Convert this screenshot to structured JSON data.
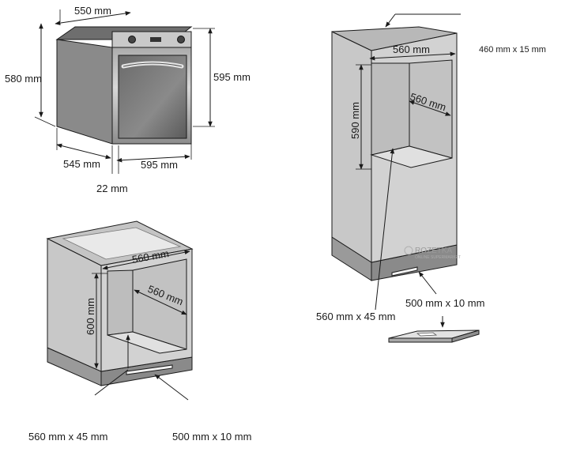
{
  "oven": {
    "width_label": "550 mm",
    "height_label": "580 mm",
    "front_height_label": "595 mm",
    "depth_label": "545 mm",
    "front_width_label": "595 mm",
    "door_label": "22 mm"
  },
  "column": {
    "top_vent_label": "460 mm x 15 mm",
    "niche_width_label": "560 mm",
    "niche_depth_label": "560 mm",
    "niche_height_label": "590 mm",
    "shelf_vent_label": "560 mm x 45 mm",
    "base_vent_label": "500 mm x 10 mm"
  },
  "undercounter": {
    "niche_width_label": "560 mm",
    "niche_depth_label": "560 mm",
    "niche_height_label": "600 mm",
    "shelf_vent_label": "560 mm x 45 mm",
    "base_vent_label": "500 mm x 10 mm"
  },
  "watermark": {
    "brand": "ROZETKA",
    "tagline": "ONLINE SUPERMARKET"
  }
}
